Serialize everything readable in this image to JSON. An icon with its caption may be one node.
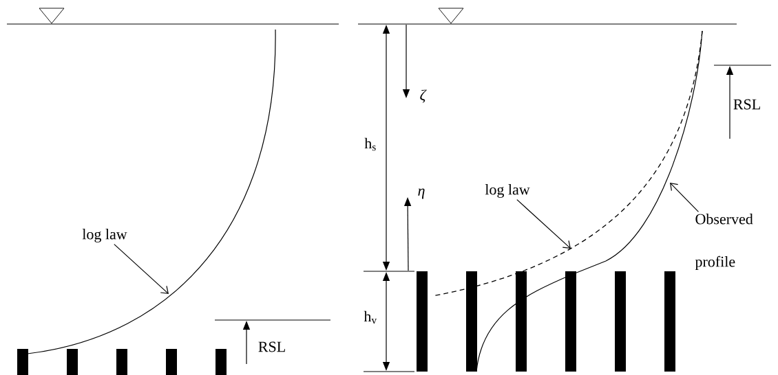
{
  "diagram": {
    "nodes": [
      {
        "text": [
          "log law"
        ]
      },
      {
        "text": [
          "log law"
        ]
      },
      {
        "text": [
          "Observed profile"
        ]
      }
    ],
    "edges": [
      {
        "from": 0,
        "to": null,
        "arrow": "to"
      },
      {
        "from": 1,
        "to": null,
        "arrow": "to"
      },
      {
        "from": 2,
        "to": null,
        "arrow": "to"
      }
    ],
    "labels": [
      "RSL",
      "h$_{s}$",
      "h$_{v}$",
      "ζ",
      "η",
      "RSL"
    ]
  }
}
